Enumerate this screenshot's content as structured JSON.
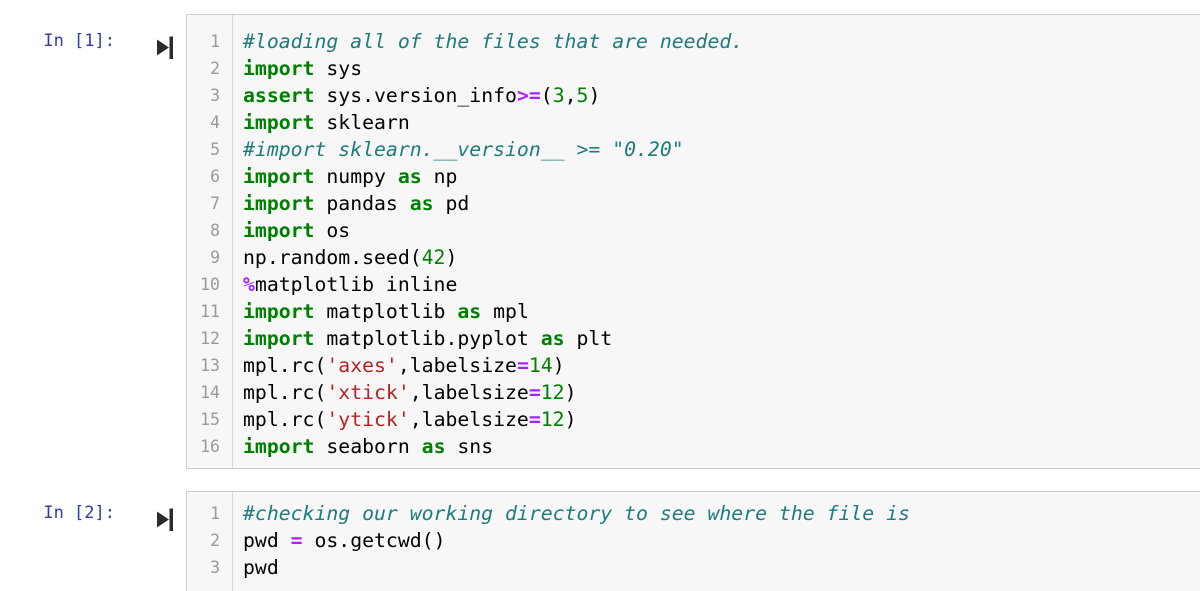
{
  "colors": {
    "page_background": "#ffffff",
    "cell_background": "#f7f7f7",
    "cell_border": "#cfcfcf",
    "gutter_separator": "#d6d6d6",
    "line_number": "#999999",
    "prompt": "#303F9F",
    "run_icon": "#2b2b2b",
    "keyword": "#008000",
    "comment": "#1d7c7c",
    "string": "#BA2121",
    "number": "#008000",
    "operator": "#AA22FF",
    "plain_text": "#000000"
  },
  "notebook": {
    "cells": [
      {
        "prompt": "In [1]:",
        "run_icon": "run-cell-icon",
        "lines": [
          [
            [
              "com",
              "#loading all of the files that are needed."
            ]
          ],
          [
            [
              "kw",
              "import"
            ],
            [
              "plain",
              " sys"
            ]
          ],
          [
            [
              "kw",
              "assert"
            ],
            [
              "plain",
              " sys.version_info"
            ],
            [
              "op",
              ">="
            ],
            [
              "plain",
              "("
            ],
            [
              "num",
              "3"
            ],
            [
              "plain",
              ","
            ],
            [
              "num",
              "5"
            ],
            [
              "plain",
              ")"
            ]
          ],
          [
            [
              "kw",
              "import"
            ],
            [
              "plain",
              " sklearn"
            ]
          ],
          [
            [
              "com",
              "#import sklearn.__version__ >= \"0.20\""
            ]
          ],
          [
            [
              "kw",
              "import"
            ],
            [
              "plain",
              " numpy "
            ],
            [
              "kw",
              "as"
            ],
            [
              "plain",
              " np"
            ]
          ],
          [
            [
              "kw",
              "import"
            ],
            [
              "plain",
              " pandas "
            ],
            [
              "kw",
              "as"
            ],
            [
              "plain",
              " pd"
            ]
          ],
          [
            [
              "kw",
              "import"
            ],
            [
              "plain",
              " os"
            ]
          ],
          [
            [
              "plain",
              "np.random.seed("
            ],
            [
              "num",
              "42"
            ],
            [
              "plain",
              ")"
            ]
          ],
          [
            [
              "op",
              "%"
            ],
            [
              "plain",
              "matplotlib inline"
            ]
          ],
          [
            [
              "kw",
              "import"
            ],
            [
              "plain",
              " matplotlib "
            ],
            [
              "kw",
              "as"
            ],
            [
              "plain",
              " mpl"
            ]
          ],
          [
            [
              "kw",
              "import"
            ],
            [
              "plain",
              " matplotlib.pyplot "
            ],
            [
              "kw",
              "as"
            ],
            [
              "plain",
              " plt"
            ]
          ],
          [
            [
              "plain",
              "mpl.rc("
            ],
            [
              "str",
              "'axes'"
            ],
            [
              "plain",
              ",labelsize"
            ],
            [
              "op",
              "="
            ],
            [
              "num",
              "14"
            ],
            [
              "plain",
              ")"
            ]
          ],
          [
            [
              "plain",
              "mpl.rc("
            ],
            [
              "str",
              "'xtick'"
            ],
            [
              "plain",
              ",labelsize"
            ],
            [
              "op",
              "="
            ],
            [
              "num",
              "12"
            ],
            [
              "plain",
              ")"
            ]
          ],
          [
            [
              "plain",
              "mpl.rc("
            ],
            [
              "str",
              "'ytick'"
            ],
            [
              "plain",
              ",labelsize"
            ],
            [
              "op",
              "="
            ],
            [
              "num",
              "12"
            ],
            [
              "plain",
              ")"
            ]
          ],
          [
            [
              "kw",
              "import"
            ],
            [
              "plain",
              " seaborn "
            ],
            [
              "kw",
              "as"
            ],
            [
              "plain",
              " sns"
            ]
          ]
        ]
      },
      {
        "prompt": "In [2]:",
        "run_icon": "run-cell-icon",
        "lines": [
          [
            [
              "com",
              "#checking our working directory to see where the file is"
            ]
          ],
          [
            [
              "plain",
              "pwd "
            ],
            [
              "op",
              "="
            ],
            [
              "plain",
              " os.getcwd()"
            ]
          ],
          [
            [
              "plain",
              "pwd"
            ]
          ]
        ]
      }
    ]
  }
}
